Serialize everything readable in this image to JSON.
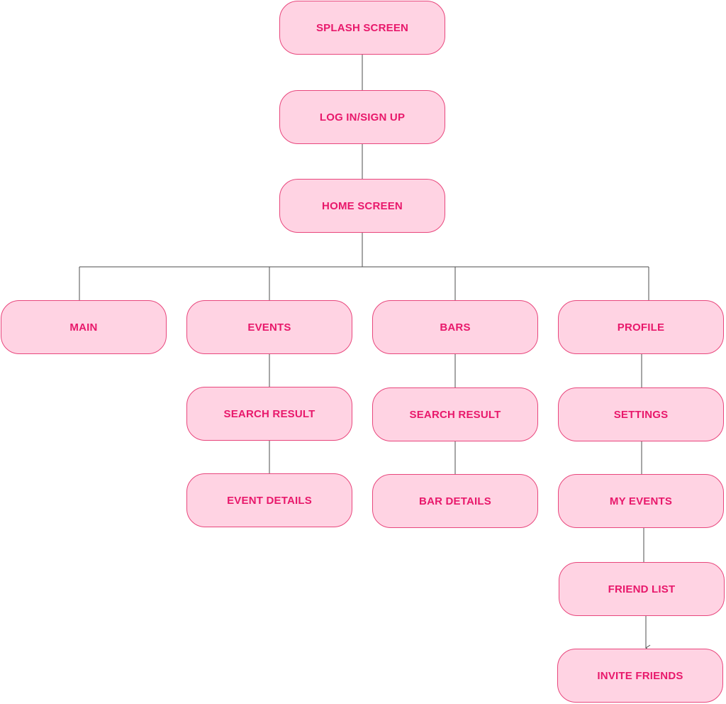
{
  "colors": {
    "node_fill": "#ffd3e3",
    "node_border": "#e8467c",
    "node_text": "#e8186b",
    "connector": "#4d4d4d"
  },
  "nodes": {
    "splash_screen": "SPLASH SCREEN",
    "login_signup": "LOG IN/SIGN UP",
    "home_screen": "HOME SCREEN",
    "main": "MAIN",
    "events": "EVENTS",
    "bars": "BARS",
    "profile": "PROFILE",
    "events_search_result": "SEARCH RESULT",
    "event_details": "EVENT DETAILS",
    "bars_search_result": "SEARCH RESULT",
    "bar_details": "BAR DETAILS",
    "settings": "SETTINGS",
    "my_events": "MY EVENTS",
    "friend_list": "FRIEND LIST",
    "invite_friends": "INVITE FRIENDS"
  },
  "edges": [
    [
      "splash_screen",
      "login_signup"
    ],
    [
      "login_signup",
      "home_screen"
    ],
    [
      "home_screen",
      "main"
    ],
    [
      "home_screen",
      "events"
    ],
    [
      "home_screen",
      "bars"
    ],
    [
      "home_screen",
      "profile"
    ],
    [
      "events",
      "events_search_result"
    ],
    [
      "events_search_result",
      "event_details"
    ],
    [
      "bars",
      "bars_search_result"
    ],
    [
      "bars_search_result",
      "bar_details"
    ],
    [
      "profile",
      "settings"
    ],
    [
      "settings",
      "my_events"
    ],
    [
      "my_events",
      "friend_list"
    ],
    [
      "friend_list",
      "invite_friends"
    ]
  ]
}
